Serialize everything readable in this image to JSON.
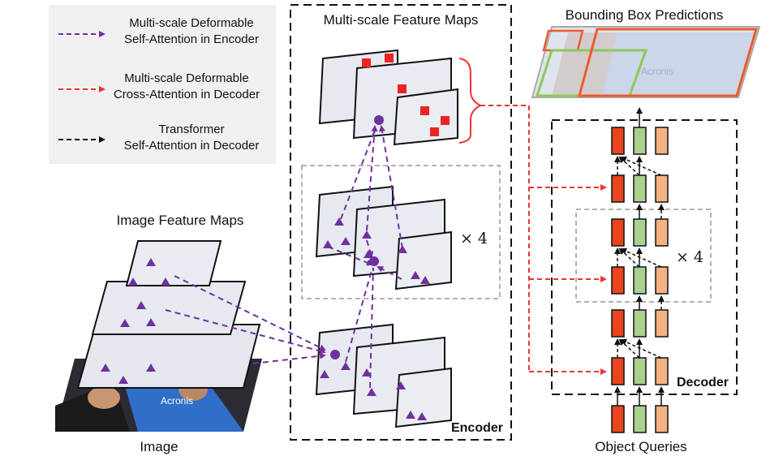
{
  "legend": {
    "items": [
      {
        "line1": "Multi-scale Deformable",
        "line2": "Self-Attention in Encoder",
        "color": "#7030a0"
      },
      {
        "line1": "Multi-scale Deformable",
        "line2": "Cross-Attention in Decoder",
        "color": "#ee3333"
      },
      {
        "line1": "Transformer",
        "line2": "Self-Attention in Decoder",
        "color": "#111111"
      }
    ]
  },
  "labels": {
    "image_feature_maps": "Image Feature Maps",
    "image": "Image",
    "multi_scale_feature_maps": "Multi-scale Feature Maps",
    "encoder": "Encoder",
    "encoder_repeat": "× 4",
    "bounding_box_predictions": "Bounding Box Predictions",
    "decoder": "Decoder",
    "decoder_repeat": "× 4",
    "object_queries": "Object Queries"
  },
  "colors": {
    "encoder_attention": "#7030a0",
    "cross_attention": "#ee3333",
    "query_red": "#e8451f",
    "query_green": "#a9d18e",
    "query_peach": "#f4b183",
    "bbox_orange": "#ee5a2a",
    "bbox_green": "#8fc65a"
  },
  "icons": [
    "feature-map-photo",
    "sampling-point-triangle",
    "reference-point-circle",
    "sampling-point-square"
  ]
}
